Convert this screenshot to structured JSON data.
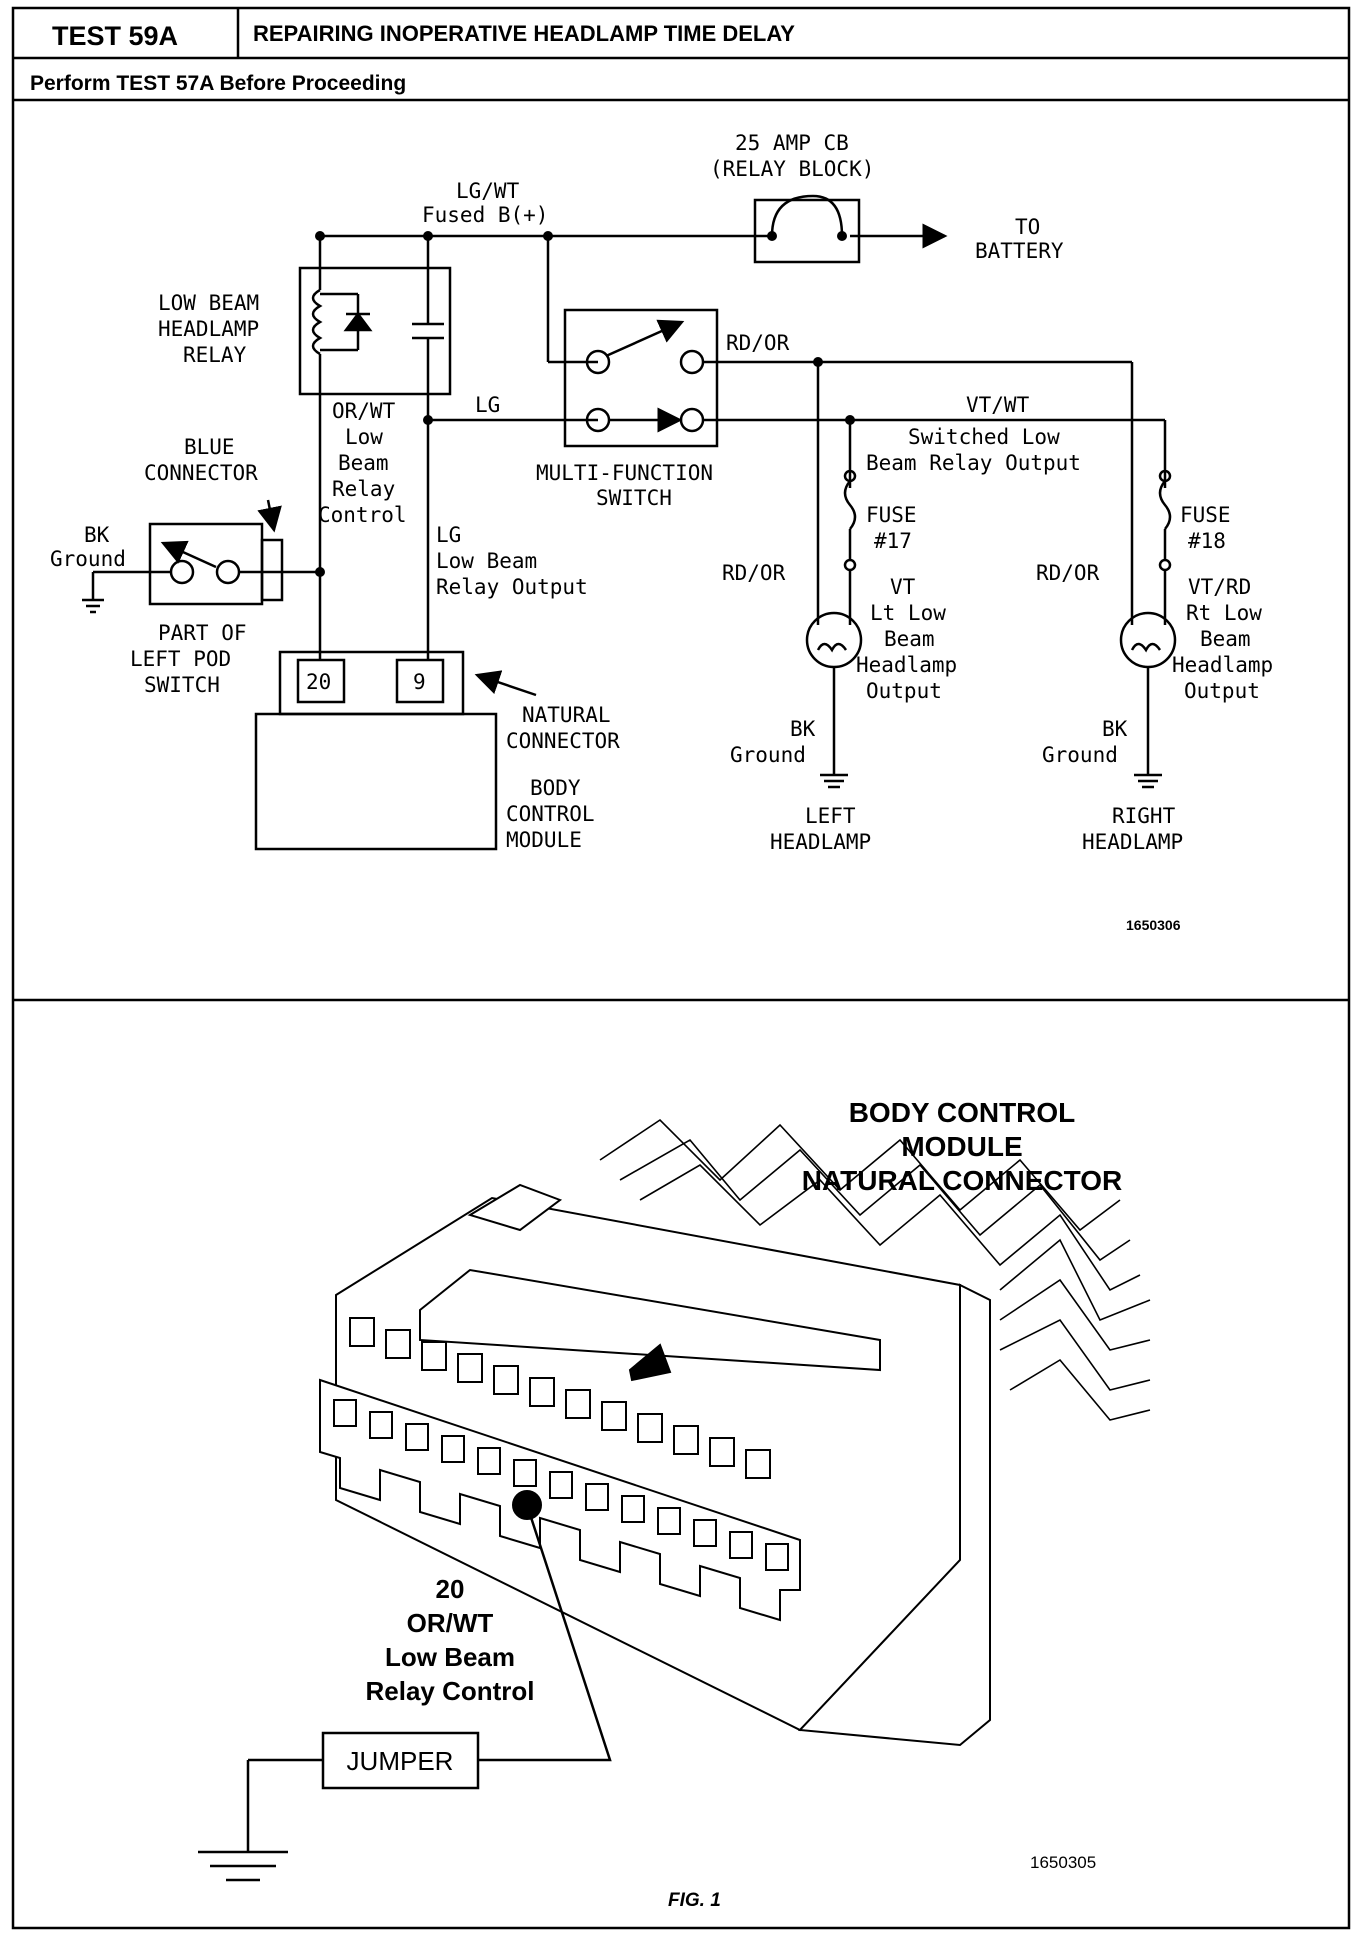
{
  "header": {
    "test_id": "TEST 59A",
    "title": "REPAIRING INOPERATIVE HEADLAMP TIME DELAY",
    "instruction": "Perform TEST 57A Before Proceeding"
  },
  "schematic": {
    "breaker": [
      "25 AMP CB",
      "(RELAY BLOCK)"
    ],
    "feed_wire": [
      "LG/WT",
      "Fused B(+)"
    ],
    "to_battery": [
      "TO",
      "BATTERY"
    ],
    "relay_label": [
      "LOW BEAM",
      "HEADLAMP",
      "RELAY"
    ],
    "multi_switch": [
      "MULTI-FUNCTION",
      "SWITCH"
    ],
    "rd_or_top": "RD/OR",
    "lg_top": "LG",
    "vt_wt_top": "VT/WT",
    "switched_output": [
      "Switched Low",
      "Beam Relay Output"
    ],
    "blue_connector": [
      "BLUE",
      "CONNECTOR"
    ],
    "bk_ground_left": [
      "BK",
      "Ground"
    ],
    "pod_switch": [
      "PART OF",
      "LEFT POD",
      "SWITCH"
    ],
    "or_wt_control": [
      "OR/WT",
      "Low",
      "Beam",
      "Relay",
      "Control"
    ],
    "lg_output": [
      "LG",
      "Low Beam",
      "Relay Output"
    ],
    "pin_20": "20",
    "pin_9": "9",
    "natural_connector": [
      "NATURAL",
      "CONNECTOR"
    ],
    "bcm": [
      "BODY",
      "CONTROL",
      "MODULE"
    ],
    "fuse_17": [
      "FUSE",
      "#17"
    ],
    "fuse_18": [
      "FUSE",
      "#18"
    ],
    "rd_or_left": "RD/OR",
    "rd_or_right": "RD/OR",
    "left_output": [
      "VT",
      "Lt Low",
      "Beam",
      "Headlamp",
      "Output"
    ],
    "right_output": [
      "VT/RD",
      "Rt Low",
      "Beam",
      "Headlamp",
      "Output"
    ],
    "bk_ground_lamp_left": [
      "BK",
      "Ground"
    ],
    "bk_ground_lamp_right": [
      "BK",
      "Ground"
    ],
    "left_headlamp": [
      "LEFT",
      "HEADLAMP"
    ],
    "right_headlamp": [
      "RIGHT",
      "HEADLAMP"
    ],
    "figure_no": "1650306"
  },
  "connector_view": {
    "title": [
      "BODY CONTROL",
      "MODULE",
      "NATURAL CONNECTOR"
    ],
    "pin_callout": [
      "20",
      "OR/WT",
      "Low Beam",
      "Relay Control"
    ],
    "jumper": "JUMPER",
    "figure_no": "1650305",
    "caption": "FIG. 1"
  }
}
